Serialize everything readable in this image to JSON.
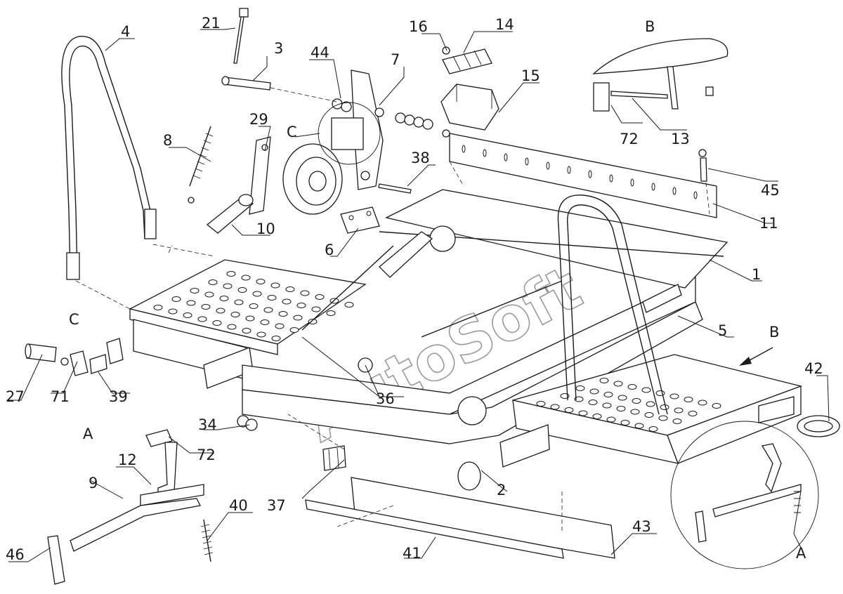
{
  "watermark": "AutoSoft",
  "views": {
    "A": "A",
    "B": "B",
    "C": "C"
  },
  "callouts": {
    "n1": "1",
    "n2": "2",
    "n3": "3",
    "n4": "4",
    "n5": "5",
    "n6": "6",
    "n7": "7",
    "n8": "8",
    "n9": "9",
    "n10": "10",
    "n11": "11",
    "n12": "12",
    "n13": "13",
    "n14": "14",
    "n15": "15",
    "n16": "16",
    "n21": "21",
    "n27": "27",
    "n29": "29",
    "n34": "34",
    "n36": "36",
    "n37": "37",
    "n38": "38",
    "n39": "39",
    "n40": "40",
    "n41": "41",
    "n42": "42",
    "n43": "43",
    "n44": "44",
    "n45": "45",
    "n46": "46",
    "n71": "71",
    "n72_top": "72",
    "n72_left": "72"
  }
}
